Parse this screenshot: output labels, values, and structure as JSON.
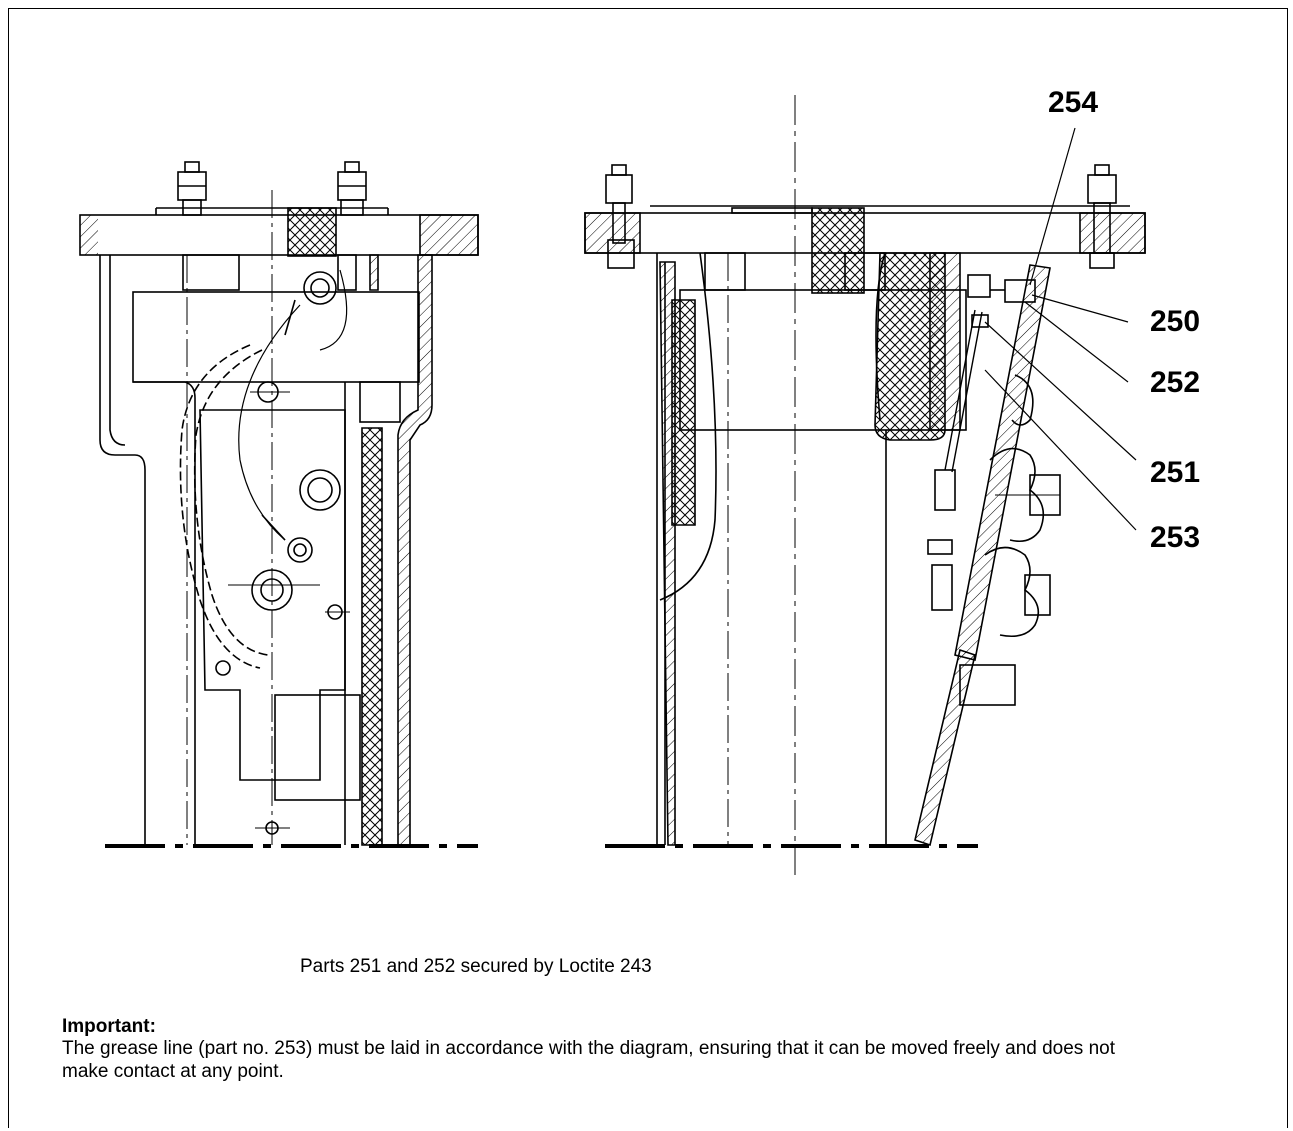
{
  "callouts": {
    "c254": "254",
    "c250": "250",
    "c252": "252",
    "c251": "251",
    "c253": "253"
  },
  "caption": "Parts 251 and 252 secured by Loctite 243",
  "note": {
    "title": "Important:",
    "body": "The grease line (part no. 253) must be laid in accordance with the diagram, ensuring that it can be moved freely and does not make contact at any point."
  }
}
